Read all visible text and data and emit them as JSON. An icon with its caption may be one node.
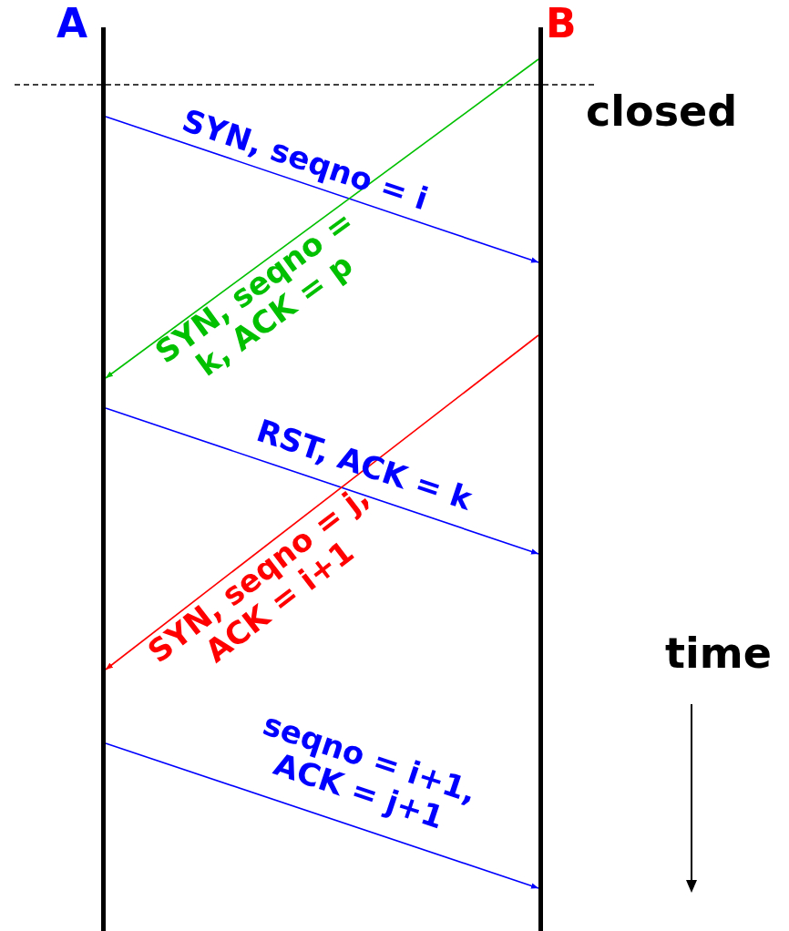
{
  "diagram": {
    "nodes": [
      {
        "text": [
          "A"
        ]
      },
      {
        "text": [
          "B"
        ]
      }
    ],
    "edges": [
      {
        "from": 0,
        "to": 1,
        "arrow": "to",
        "label": "SYN, seqno = i"
      },
      {
        "from": 1,
        "to": 0,
        "arrow": "to",
        "label": "SYN, seqno = k, ACK = p",
        "color": "#00c000"
      },
      {
        "from": 0,
        "to": 1,
        "arrow": "to",
        "label": "RST, ACK = k"
      },
      {
        "from": 1,
        "to": 0,
        "arrow": "to",
        "label": "SYN, seqno = j, ACK = i+1",
        "color": "#ff0000"
      },
      {
        "from": 0,
        "to": 1,
        "arrow": "to",
        "label": "seqno = i+1, ACK = j+1"
      }
    ],
    "labels": [
      "closed",
      "time"
    ]
  }
}
